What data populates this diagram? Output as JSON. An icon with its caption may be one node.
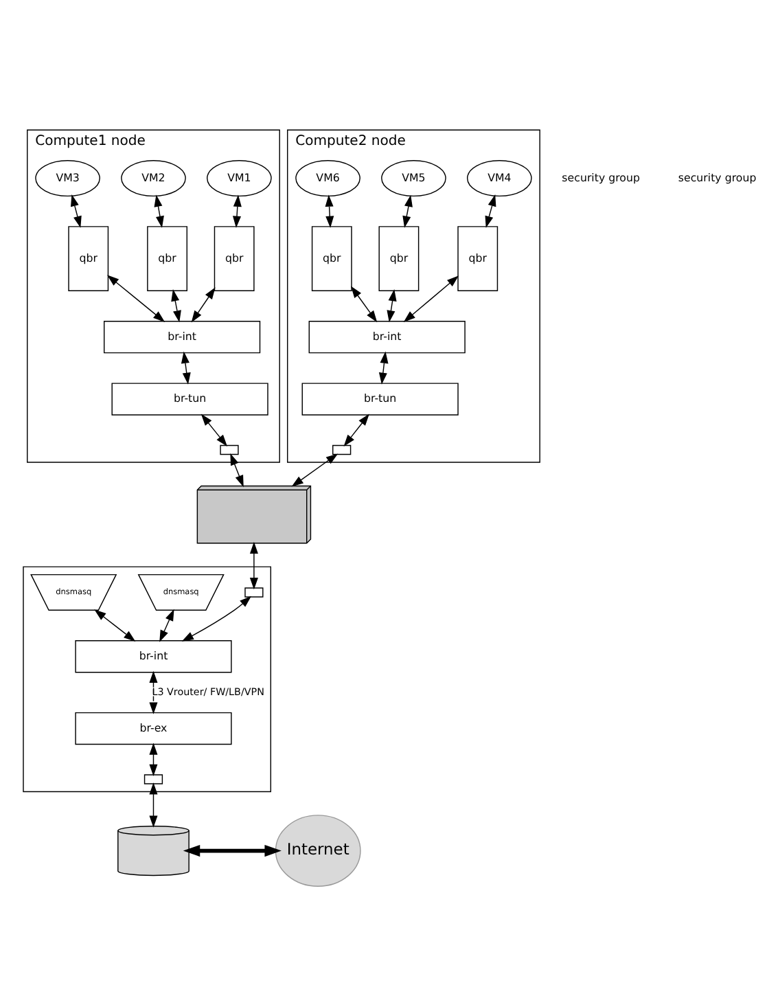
{
  "diagram": {
    "nodes": [
      {
        "text": [
          "Compute1 node"
        ]
      },
      {
        "text": [
          "VM1"
        ],
        "in": 0
      },
      {
        "text": [
          "VM2"
        ],
        "in": 0
      },
      {
        "text": [
          "VM3"
        ],
        "in": 0
      },
      {
        "text": [
          "qbr"
        ],
        "in": 0
      },
      {
        "text": [
          "qbr"
        ],
        "in": 0
      },
      {
        "text": [
          "qbr"
        ],
        "in": 0
      },
      {
        "text": [
          "br-int"
        ],
        "in": 0
      },
      {
        "text": [
          "br-tun"
        ],
        "in": 0
      },
      {
        "text": [],
        "shape": "box",
        "in": 0
      },
      {
        "text": [
          "Compute2 node"
        ]
      },
      {
        "text": [
          "VM4"
        ],
        "in": 10
      },
      {
        "text": [
          "VM5"
        ],
        "in": 10
      },
      {
        "text": [
          "VM6"
        ],
        "in": 10
      },
      {
        "text": [
          "qbr"
        ],
        "in": 10
      },
      {
        "text": [
          "qbr"
        ],
        "in": 10
      },
      {
        "text": [
          "qbr"
        ],
        "in": 10
      },
      {
        "text": [
          "br-int"
        ],
        "in": 10
      },
      {
        "text": [
          "br-tun"
        ],
        "in": 10
      },
      {
        "text": [],
        "shape": "box",
        "in": 10
      },
      {
        "text": [],
        "shape": "box"
      },
      {
        "text": [],
        "shape": "box"
      },
      {
        "text": [],
        "shape": "box",
        "in": 21
      },
      {
        "text": [
          "dnsmasq"
        ],
        "in": 21
      },
      {
        "text": [
          "dnsmasq"
        ],
        "in": 21
      },
      {
        "text": [
          "br-int"
        ],
        "in": 21
      },
      {
        "text": [
          "br-ex"
        ],
        "in": 21
      },
      {
        "text": [],
        "shape": "box",
        "in": 21
      },
      {
        "text": [],
        "shape": "cylinder"
      },
      {
        "text": [
          "Internet"
        ]
      }
    ],
    "edges": [
      {
        "from": 1,
        "to": 4,
        "arrow": "both"
      },
      {
        "from": 2,
        "to": 5,
        "arrow": "both"
      },
      {
        "from": 3,
        "to": 6,
        "arrow": "both"
      },
      {
        "from": 4,
        "to": 7,
        "arrow": "both"
      },
      {
        "from": 5,
        "to": 7,
        "arrow": "both"
      },
      {
        "from": 6,
        "to": 7,
        "arrow": "both"
      },
      {
        "from": 7,
        "to": 8,
        "arrow": "both"
      },
      {
        "from": 8,
        "to": 9,
        "arrow": "both"
      },
      {
        "from": 9,
        "to": 20,
        "arrow": "both"
      },
      {
        "from": 11,
        "to": 14,
        "arrow": "both"
      },
      {
        "from": 12,
        "to": 15,
        "arrow": "both"
      },
      {
        "from": 13,
        "to": 16,
        "arrow": "both"
      },
      {
        "from": 14,
        "to": 17,
        "arrow": "both"
      },
      {
        "from": 15,
        "to": 17,
        "arrow": "both"
      },
      {
        "from": 16,
        "to": 17,
        "arrow": "both"
      },
      {
        "from": 17,
        "to": 18,
        "arrow": "both"
      },
      {
        "from": 18,
        "to": 19,
        "arrow": "both"
      },
      {
        "from": 19,
        "to": 20,
        "arrow": "both"
      },
      {
        "from": 20,
        "to": 22,
        "arrow": "both"
      },
      {
        "from": 22,
        "to": 25,
        "arrow": "both"
      },
      {
        "from": 23,
        "to": 25,
        "arrow": "both"
      },
      {
        "from": 24,
        "to": 25,
        "arrow": "both"
      },
      {
        "from": 25,
        "to": 26,
        "arrow": "both",
        "style": "dashed",
        "label": "L3 Vrouter/ FW/LB/VPN"
      },
      {
        "from": 26,
        "to": 27,
        "arrow": "both"
      },
      {
        "from": 27,
        "to": 28,
        "arrow": "both"
      },
      {
        "from": 28,
        "to": 29,
        "arrow": "both",
        "style": "thick"
      }
    ],
    "labels": [
      "security group",
      "security group"
    ]
  }
}
